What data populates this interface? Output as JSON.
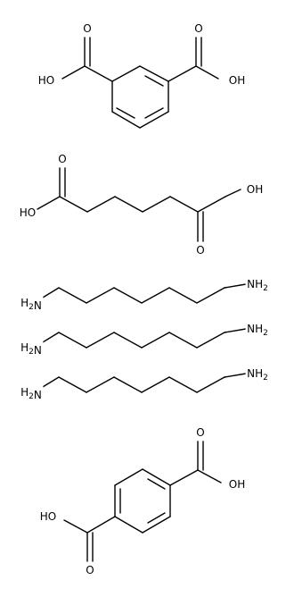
{
  "molecules": [
    {
      "id": "isophthalic-acid",
      "labels": [
        {
          "key": "oxygen-1",
          "text": "O"
        },
        {
          "key": "hydroxyl-1",
          "text": "HO"
        },
        {
          "key": "oxygen-2",
          "text": "O"
        },
        {
          "key": "hydroxyl-2",
          "text": "OH"
        }
      ]
    },
    {
      "id": "adipic-acid",
      "labels": [
        {
          "key": "oxygen-1",
          "text": "O"
        },
        {
          "key": "hydroxyl-1",
          "text": "HO"
        },
        {
          "key": "oxygen-2",
          "text": "O"
        },
        {
          "key": "hydroxyl-2",
          "text": "OH"
        }
      ]
    },
    {
      "id": "hexamethylenediamine-1",
      "labels": [
        {
          "key": "amine-1",
          "text": "H2N"
        },
        {
          "key": "amine-2",
          "text": "NH2"
        }
      ]
    },
    {
      "id": "hexamethylenediamine-2",
      "labels": [
        {
          "key": "amine-1",
          "text": "H2N"
        },
        {
          "key": "amine-2",
          "text": "NH2"
        }
      ]
    },
    {
      "id": "hexamethylenediamine-3",
      "labels": [
        {
          "key": "amine-1",
          "text": "H2N"
        },
        {
          "key": "amine-2",
          "text": "NH2"
        }
      ]
    },
    {
      "id": "terephthalic-acid",
      "labels": [
        {
          "key": "oxygen-1",
          "text": "O"
        },
        {
          "key": "hydroxyl-1",
          "text": "OH"
        },
        {
          "key": "oxygen-2",
          "text": "O"
        },
        {
          "key": "hydroxyl-2",
          "text": "HO"
        }
      ]
    }
  ]
}
